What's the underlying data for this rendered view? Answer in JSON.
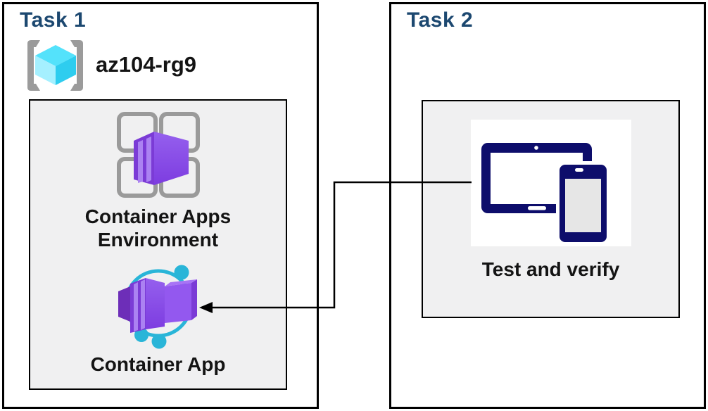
{
  "colors": {
    "task_title": "#1C4870",
    "panel_border": "#000000",
    "inner_box_bg": "#F0F0F1",
    "label_text": "#141414",
    "device_navy": "#0D0D6B",
    "purple_face": "#8549E9",
    "purple_dark": "#7B3BD6",
    "purple_stripe": "#AB82F2",
    "cyan_accent": "#29B5D8",
    "cube_top": "#54E2FB",
    "cube_left": "#A5F0FF",
    "cube_right": "#2ECDEF",
    "bracket_gray": "#9B9B9B",
    "arrow": "#000000"
  },
  "task1": {
    "title": "Task 1",
    "resource_group": {
      "name": "az104-rg9",
      "icon": "azure-resource-group-icon"
    },
    "environment": {
      "label_line1": "Container Apps",
      "label_line2": "Environment",
      "icon": "container-apps-environment-icon"
    },
    "container_app": {
      "label": "Container App",
      "icon": "container-app-icon"
    }
  },
  "task2": {
    "title": "Task 2",
    "test": {
      "label": "Test and verify",
      "icon": "tablet-and-phone-icon"
    }
  },
  "connector": {
    "description": "Elbow arrow from the Test and verify devices icon in Task 2 to the Container App icon in Task 1"
  }
}
